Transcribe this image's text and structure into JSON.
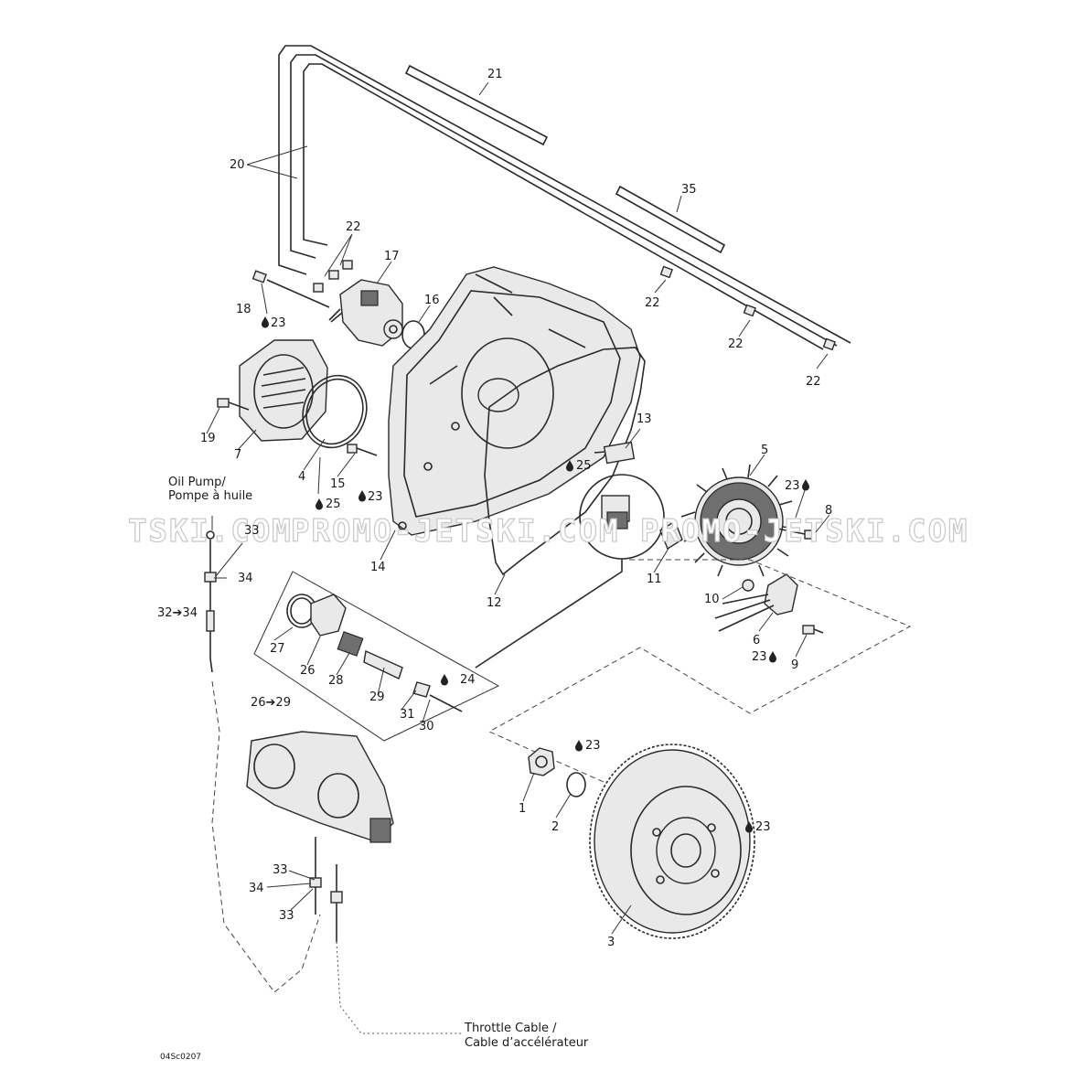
{
  "watermark": "PROMO-JETSKI.COM",
  "watermark_left_fragment": "TSKI.COM",
  "callouts": {
    "c1": "1",
    "c2": "2",
    "c3": "3",
    "c4": "4",
    "c5": "5",
    "c6": "6",
    "c7": "7",
    "c8": "8",
    "c9": "9",
    "c10": "10",
    "c11": "11",
    "c12": "12",
    "c13": "13",
    "c14": "14",
    "c15": "15",
    "c16": "16",
    "c17": "17",
    "c18": "18",
    "c19": "19",
    "c20": "20",
    "c21": "21",
    "c22a": "22",
    "c22b": "22",
    "c22c": "22",
    "c22d": "22",
    "c23a": "23",
    "c23b": "23",
    "c23c": "23",
    "c23d": "23",
    "c23e": "23",
    "c23f": "23",
    "c24": "24",
    "c25a": "25",
    "c25b": "25",
    "c26": "26",
    "c27": "27",
    "c28": "28",
    "c29": "29",
    "c30": "30",
    "c31": "31",
    "c33a": "33",
    "c33b": "33",
    "c33c": "33",
    "c34a": "34",
    "c34b": "34",
    "c35": "35",
    "range_26_29": "26➔29",
    "range_32_34": "32➔34"
  },
  "notes": {
    "oil_pump_en": "Oil Pump/",
    "oil_pump_fr": "Pompe à huile",
    "throttle_en": "Throttle Cable /",
    "throttle_fr": "Cable d’accélérateur"
  },
  "drawing_code": "04Sc0207",
  "icons": [
    "oil-drop-icon"
  ]
}
